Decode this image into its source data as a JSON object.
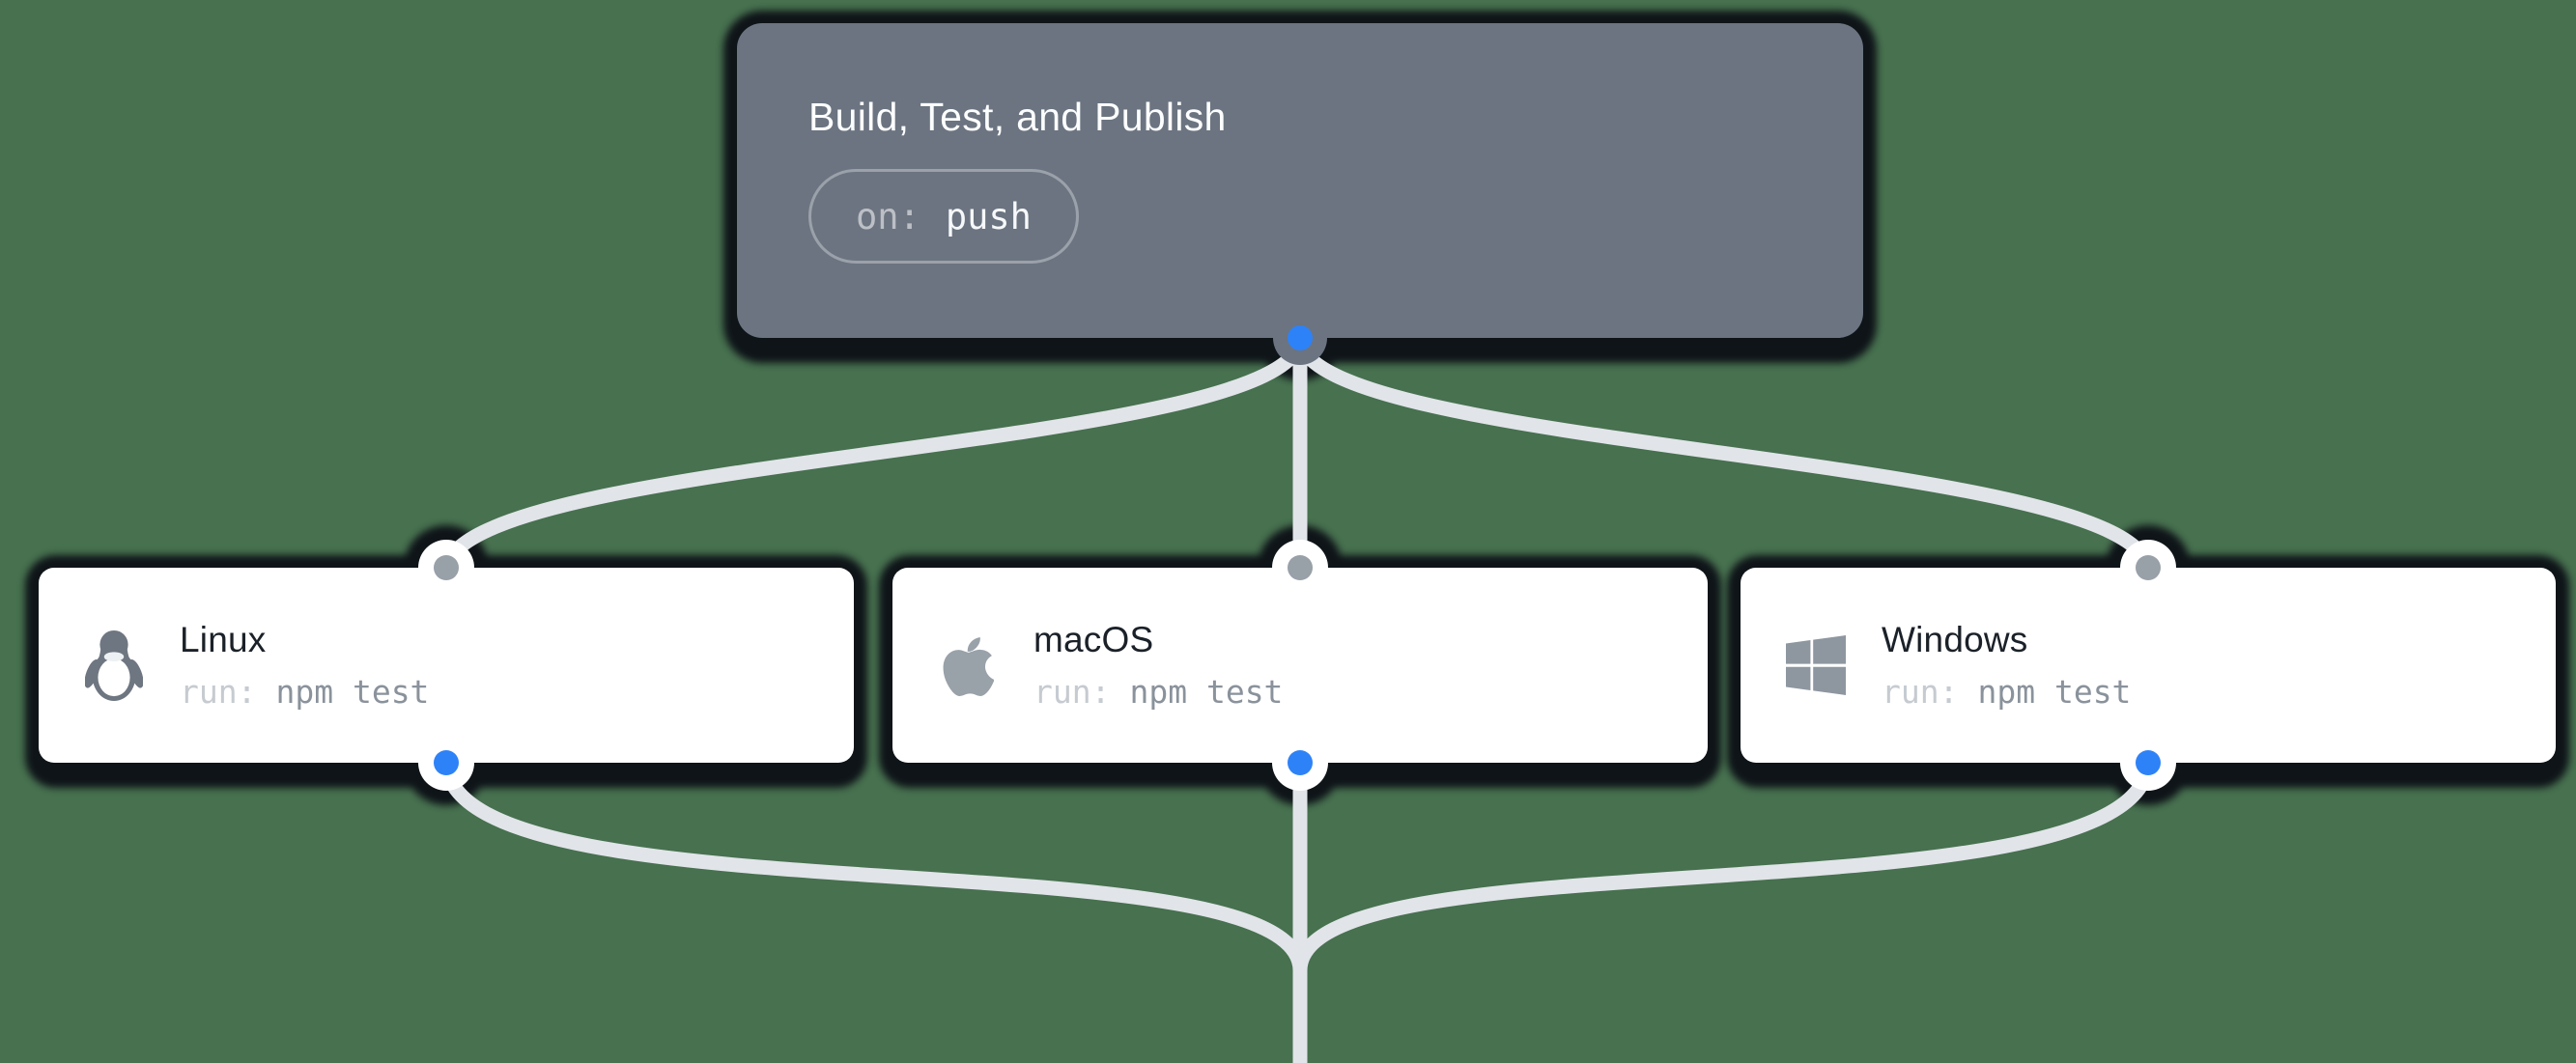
{
  "trigger": {
    "title": "Build, Test, and Publish",
    "badge_key": "on:",
    "badge_value": "push"
  },
  "jobs": [
    {
      "title": "Linux",
      "icon": "tux-penguin-icon",
      "run_key": "run:",
      "run_value": "npm test"
    },
    {
      "title": "macOS",
      "icon": "apple-icon",
      "run_key": "run:",
      "run_value": "npm test"
    },
    {
      "title": "Windows",
      "icon": "windows-icon",
      "run_key": "run:",
      "run_value": "npm test"
    }
  ],
  "colors": {
    "background": "#47714F",
    "trigger_card": "#6b7480",
    "job_card": "#ffffff",
    "shadow": "#0d1117",
    "edge": "#e1e4e9",
    "port_gray": "#98a0a8",
    "port_blue": "#2e82f7",
    "icon_gray": "#99a1a9",
    "job_title_text": "#1b2128",
    "run_value_text": "#8a929b"
  }
}
